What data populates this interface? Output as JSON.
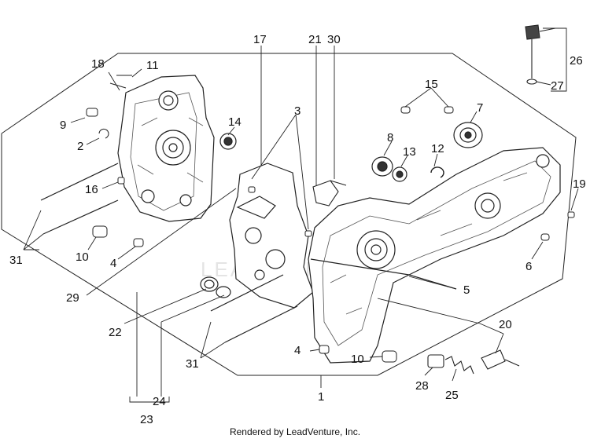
{
  "diagram": {
    "watermark": "LEADVENTURE",
    "credit": "Rendered by LeadVenture, Inc.",
    "callouts": {
      "c1": "1",
      "c2": "2",
      "c3": "3",
      "c4a": "4",
      "c4b": "4",
      "c5": "5",
      "c6": "6",
      "c7": "7",
      "c8": "8",
      "c9": "9",
      "c10a": "10",
      "c10b": "10",
      "c11": "11",
      "c12": "12",
      "c13": "13",
      "c14": "14",
      "c15": "15",
      "c16": "16",
      "c17": "17",
      "c18": "18",
      "c19": "19",
      "c20": "20",
      "c21": "21",
      "c22": "22",
      "c23": "23",
      "c24": "24",
      "c25": "25",
      "c26": "26",
      "c27": "27",
      "c28": "28",
      "c29": "29",
      "c30": "30",
      "c31a": "31",
      "c31b": "31"
    }
  }
}
